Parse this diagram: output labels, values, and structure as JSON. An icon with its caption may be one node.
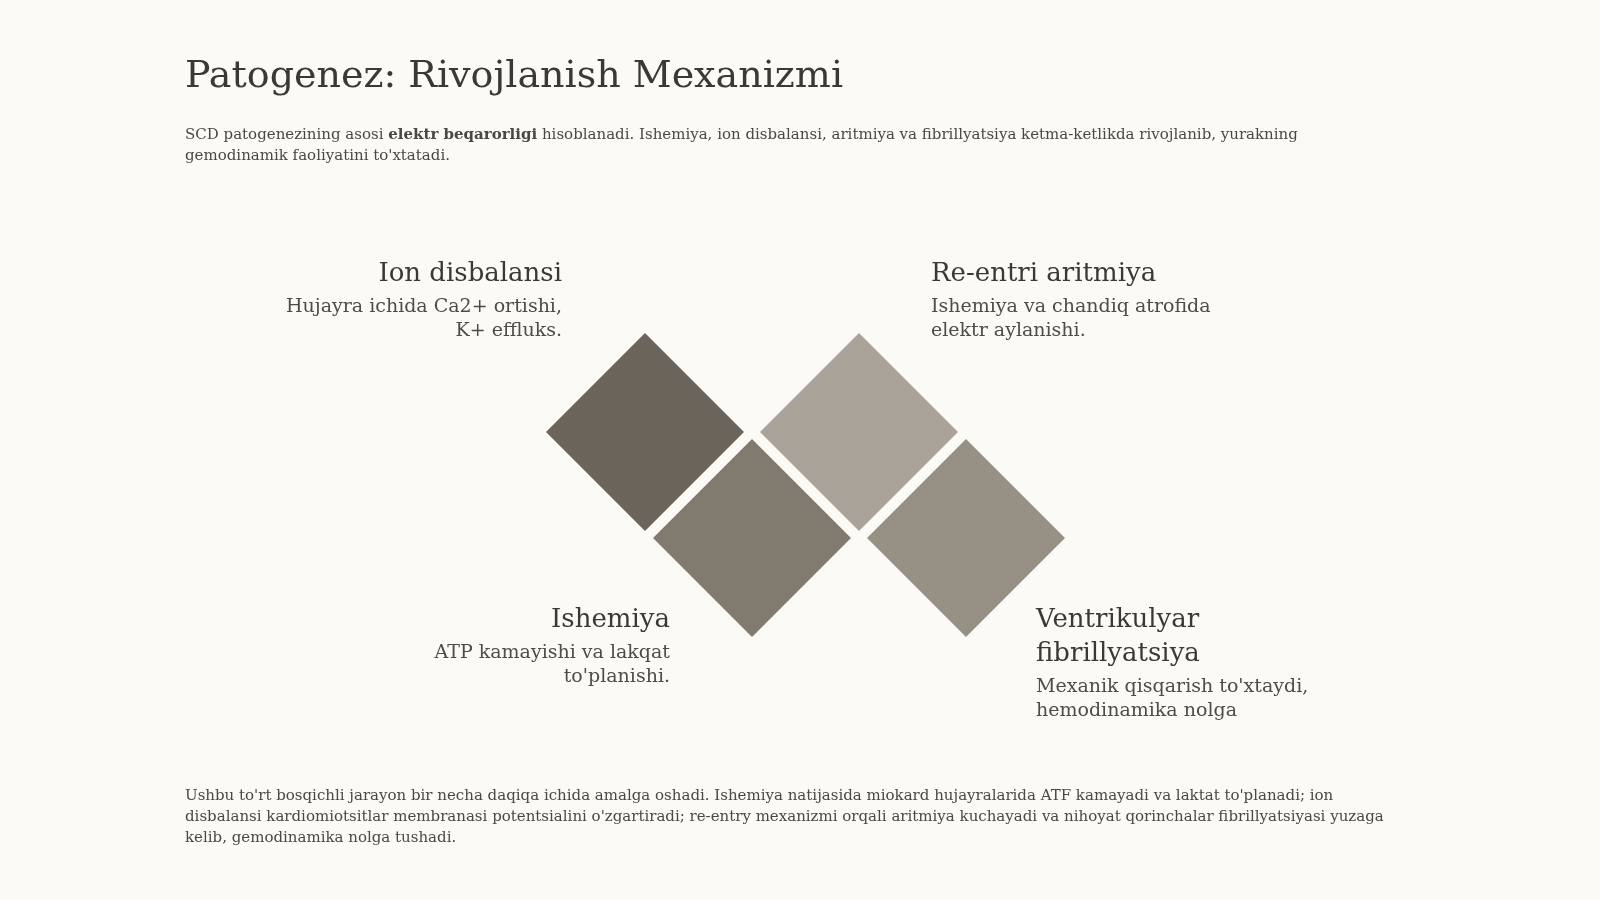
{
  "diagram": {
    "title": "Patogenez: Rivojlanish Mexanizmi",
    "nodes": [
      {
        "text": [],
        "shape": "diamond",
        "beside": [
          "Ion disbalansi",
          "Hujayra ichida Ca2+ ortishi, K+ effluks."
        ]
      },
      {
        "text": [],
        "shape": "diamond",
        "beside": [
          "Ishemiya",
          "ATP kamayishi va lakqat to'planishi."
        ]
      },
      {
        "text": [],
        "shape": "diamond",
        "beside": [
          "Re-entri aritmiya",
          "Ishemiya va chandiq atrofida elektr aylanishi."
        ]
      },
      {
        "text": [],
        "shape": "diamond",
        "beside": [
          "Ventrikulyar fibrillyatsiya",
          "Mexanik qisqarish to'xtaydi, hemodinamika nolga"
        ]
      }
    ],
    "labels": [
      "SCD patogenezining asosi **elektr beqarorligi** hisoblanadi. Ishemiya, ion disbalansi, aritmiya va fibrillyatsiya ketma-ketlikda rivojlanib, yurakning gemodinamik faoliyatini to'xtatadi.",
      "Ushbu to'rt bosqichli jarayon bir necha daqiqa ichida amalga oshadi. Ishemiya natijasida miokard hujayralarida ATF kamayadi va laktat to'planadi; ion disbalansi kardiomiotsitlar membranasi potentsialini o'zgartiradi; re-entry mexanizmi orqali aritmiya kuchayadi va nihoyat qorinchalar fibrillyatsiyasi yuzaga kelib, gemodinamika nolga tushadi."
    ]
  }
}
